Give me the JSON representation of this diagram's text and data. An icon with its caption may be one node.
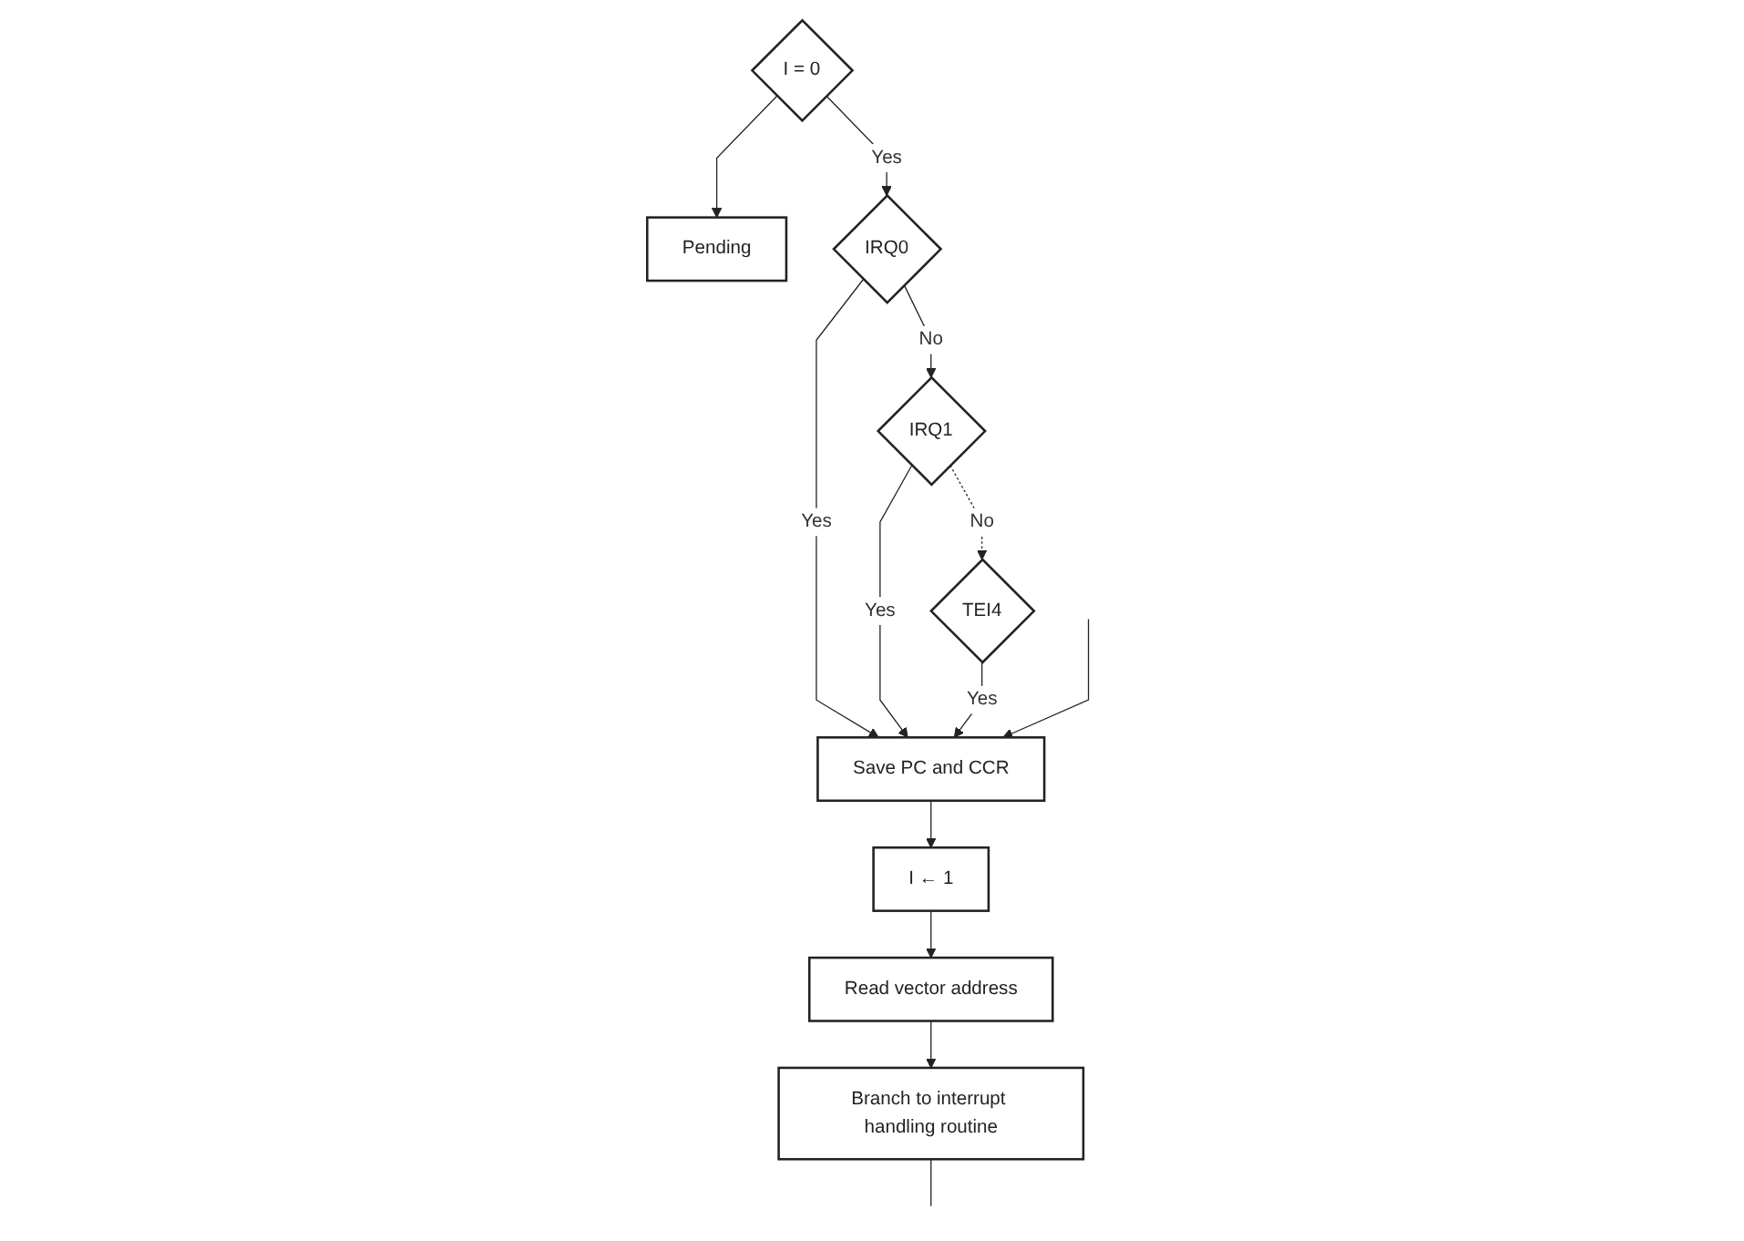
{
  "diagram": {
    "nodes": [
      {
        "text": [
          "I = 0"
        ]
      },
      {
        "text": [
          "Pending"
        ]
      },
      {
        "text": [
          "IRQ0"
        ]
      },
      {
        "text": [
          "IRQ1"
        ]
      },
      {
        "text": [
          "TEI4"
        ]
      },
      {
        "text": [
          "Save PC and CCR"
        ]
      },
      {
        "text": [
          "I ← 1"
        ]
      },
      {
        "text": [
          "Read vector address"
        ]
      },
      {
        "text": [
          "Branch to interrupt handling routine"
        ]
      }
    ],
    "edges": [
      {
        "from": 0,
        "to": 1,
        "arrow": "to"
      },
      {
        "from": 0,
        "to": 2,
        "arrow": "to",
        "label": "Yes"
      },
      {
        "from": 2,
        "to": 3,
        "arrow": "to",
        "label": "No"
      },
      {
        "from": 3,
        "to": 4,
        "arrow": "to",
        "label": "No",
        "style": "dashed"
      },
      {
        "from": 2,
        "to": 5,
        "arrow": "to",
        "label": "Yes"
      },
      {
        "from": 3,
        "to": 5,
        "arrow": "to",
        "label": "Yes"
      },
      {
        "from": 4,
        "to": 5,
        "arrow": "to",
        "label": "Yes"
      },
      {
        "from": null,
        "to": 5,
        "arrow": "to"
      },
      {
        "from": 5,
        "to": 6,
        "arrow": "to"
      },
      {
        "from": 6,
        "to": 7,
        "arrow": "to"
      },
      {
        "from": 7,
        "to": 8,
        "arrow": "to"
      },
      {
        "from": 8,
        "to": null,
        "arrow": "none"
      }
    ]
  }
}
